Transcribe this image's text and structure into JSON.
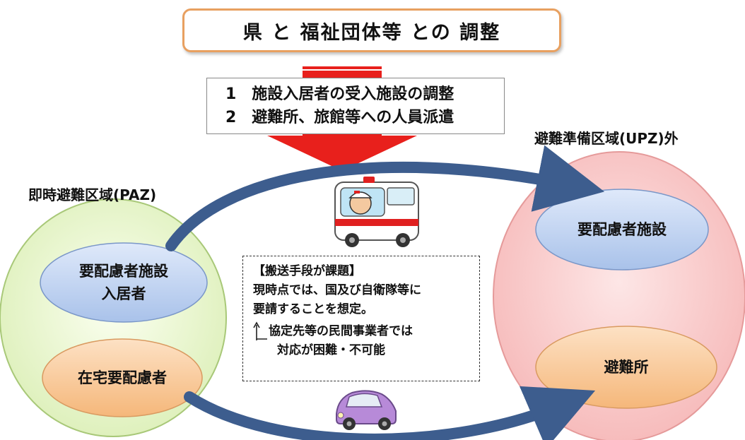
{
  "title": "県 と 福祉団体等 との 調整",
  "tasks": [
    "1　施設入居者の受入施設の調整",
    "2　避難所、旅館等への人員派遣"
  ],
  "left_region": {
    "label": "即時避難区域(PAZ)",
    "top_node": {
      "line1": "要配慮者施設",
      "line2": "入居者"
    },
    "bottom_node": "在宅要配慮者"
  },
  "right_region": {
    "label": "避難準備区域(UPZ)外",
    "top_node": "要配慮者施設",
    "bottom_node": "避難所"
  },
  "note": {
    "heading": "【搬送手段が課題】",
    "line1": "現時点では、国及び自衛隊等に",
    "line2": "要請することを想定。",
    "sub_line1": "協定先等の民間事業者では",
    "sub_line2": "対応が困難・不可能"
  },
  "colors": {
    "title_border": "#e8a060",
    "arrow_red": "#e8201c",
    "curve_arrow": "#3d5d8e",
    "left_region_fill": "#e6f3c8",
    "right_region_fill": "#f8c8c8",
    "node_blue": "#bcd0ef",
    "node_orange": "#f9c89a"
  },
  "icons": [
    "ambulance-icon",
    "car-icon",
    "corner-arrow-icon"
  ]
}
